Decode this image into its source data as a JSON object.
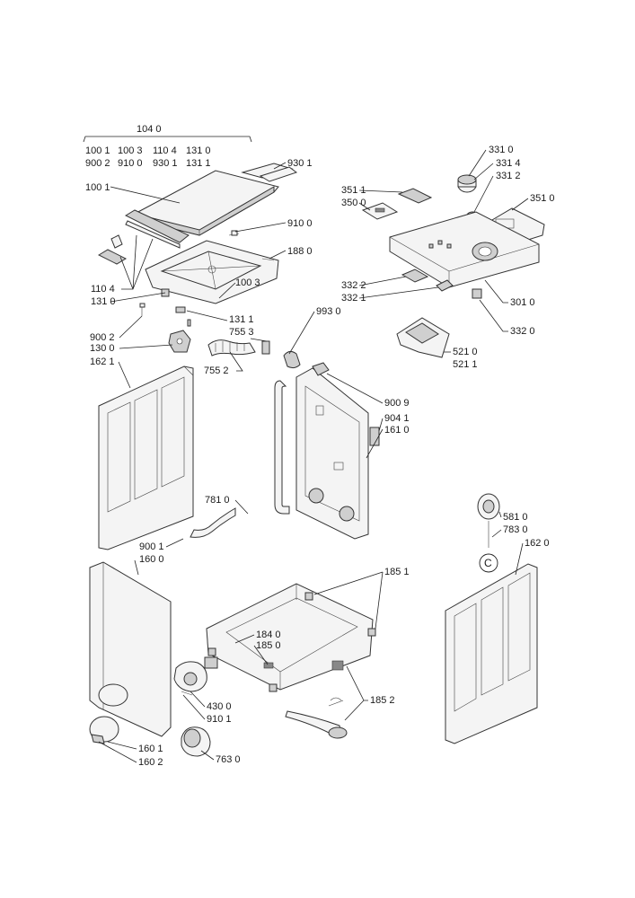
{
  "header": {
    "group_label": "104 0",
    "group_row1": [
      "100 1",
      "100 3",
      "110 4",
      "131 0"
    ],
    "group_row2": [
      "900 2",
      "910 0",
      "930 1",
      "131 1"
    ]
  },
  "labels": {
    "l9301": "930 1",
    "l1001": "100 1",
    "l9100": "910 0",
    "l1880": "188 0",
    "l1104": "110 4",
    "l1310": "131 0",
    "l1003": "100 3",
    "l1311": "131 1",
    "l9002": "900 2",
    "l7553": "755 3",
    "l1300": "130 0",
    "l7552": "755 2",
    "l1621": "162 1",
    "l9930": "993 0",
    "l9009": "900 9",
    "l9041": "904 1",
    "l1610": "161 0",
    "l7810": "781 0",
    "l9001": "900 1",
    "l1600": "160 0",
    "l1851a": "185 1",
    "l1840": "184 0",
    "l1850": "185 0",
    "l1852": "185 2",
    "l4300": "430 0",
    "l9101": "910 1",
    "l1601": "160 1",
    "l1602": "160 2",
    "l7630": "763 0",
    "l3310": "331 0",
    "l3314": "331 4",
    "l3312": "331 2",
    "l3511": "351 1",
    "l3510": "351 0",
    "l3500": "350 0",
    "l3322": "332 2",
    "l3321": "332 1",
    "l3010": "301 0",
    "l3320": "332 0",
    "l5210": "521 0",
    "l5211": "521 1",
    "l5810": "581 0",
    "l7830": "783 0",
    "l1620": "162 0",
    "circleC": "C"
  }
}
